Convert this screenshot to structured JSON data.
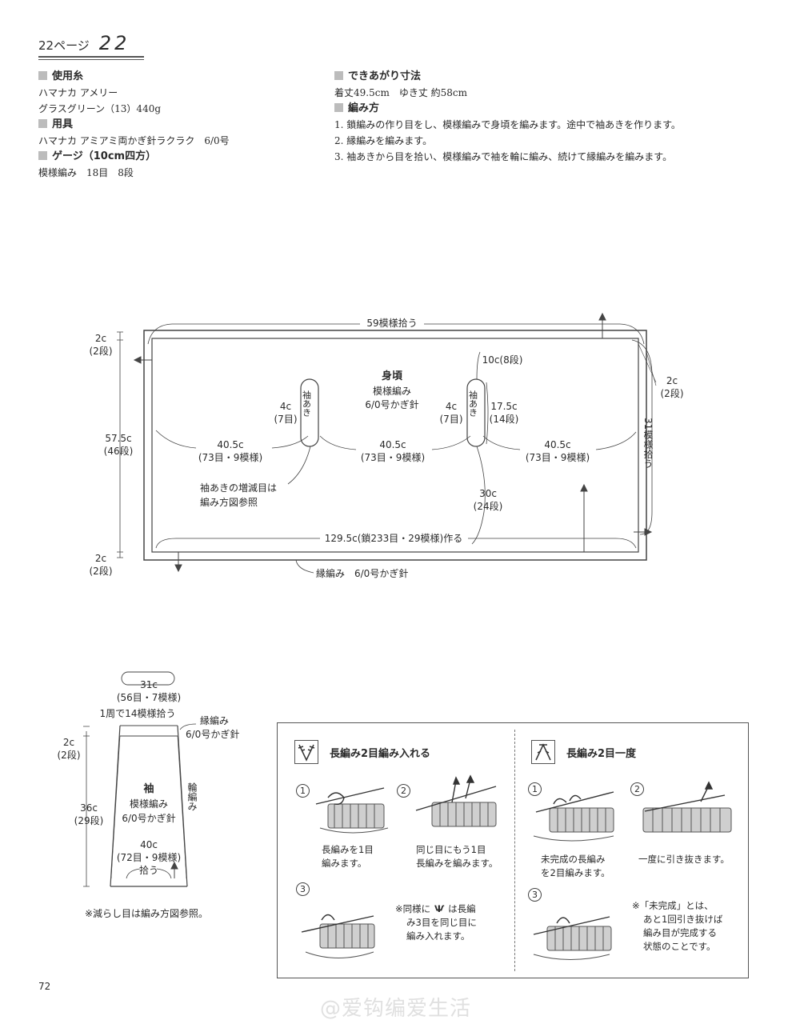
{
  "header": {
    "page_ref": "22ページ",
    "pattern_no": "22"
  },
  "left_info": {
    "yarn_title": "使用糸",
    "yarn_line1": "ハマナカ アメリー",
    "yarn_line2": "グラスグリーン（13）440g",
    "tools_title": "用具",
    "tools_line": "ハマナカ アミアミ両かぎ針ラクラク　6/0号",
    "gauge_title": "ゲージ（10cm四方）",
    "gauge_line": "模様編み　18目　8段"
  },
  "right_info": {
    "size_title": "できあがり寸法",
    "size_line": "着丈49.5cm　ゆき丈 約58cm",
    "method_title": "編み方",
    "steps": [
      "1. 鎖編みの作り目をし、模様編みで身頃を編みます。途中で袖あきを作ります。",
      "2. 縁編みを編みます。",
      "3. 袖あきから目を拾い、模様編みで袖を輪に編み、続けて縁編みを編みます。"
    ]
  },
  "body_diagram": {
    "top_pickup": "59模様拾う",
    "title": "身頃",
    "pattern": "模様編み",
    "hook": "6/0号かぎ針",
    "left_top_c": "2c",
    "left_top_dan": "(2段)",
    "height_c": "57.5c",
    "height_dan": "(46段)",
    "left_bottom_c": "2c",
    "left_bottom_dan": "(2段)",
    "right_c": "2c",
    "right_dan": "(2段)",
    "right_pickup": "31模様拾う",
    "armhole_label": "袖あき",
    "armhole_left_c": "4c",
    "armhole_left_dan": "(7目)",
    "armhole_right_c": "4c",
    "armhole_right_dan": "(7目)",
    "top_10c": "10c(8段)",
    "side_175c": "17.5c",
    "side_175dan": "(14段)",
    "seg1_c": "40.5c",
    "seg1_note": "(73目・9模様)",
    "seg2_c": "40.5c",
    "seg2_note": "(73目・9模様)",
    "seg3_c": "40.5c",
    "seg3_note": "(73目・9模様)",
    "note_line1": "袖あきの増減目は",
    "note_line2": "編み方図参照",
    "v30_c": "30c",
    "v30_dan": "(24段)",
    "bottom_chain": "129.5c(鎖233目・29模様)作る",
    "edging": "縁編み　6/0号かぎ針"
  },
  "sleeve_diagram": {
    "top_c": "31c",
    "top_note": "(56目・7模様)",
    "pickup": "1周で14模様拾う",
    "edge_title": "縁編み",
    "edge_hook": "6/0号かぎ針",
    "left_c": "2c",
    "left_dan": "(2段)",
    "height_c": "36c",
    "height_dan": "(29段)",
    "title": "袖",
    "pattern": "模様編み",
    "hook": "6/0号かぎ針",
    "ring": "輪編み",
    "bottom_c": "40c",
    "bottom_note": "(72目・9模様)",
    "bottom_pick": "拾う",
    "note": "※減らし目は編み方図参照。"
  },
  "technique_box": {
    "left_title": "長編み2目編み入れる",
    "left_step1_line1": "長編みを1目",
    "left_step1_line2": "編みます。",
    "left_step2_line1": "同じ目にもう1目",
    "left_step2_line2": "長編みを編みます。",
    "left_note_line1": "※同様に",
    "left_note_line1b": "は長編",
    "left_note_line2": "み3目を同じ目に",
    "left_note_line3": "編み入れます。",
    "right_title": "長編み2目一度",
    "right_step1_line1": "未完成の長編み",
    "right_step1_line2": "を2目編みます。",
    "right_step2_line1": "一度に引き抜きます。",
    "right_note_line1": "※「未完成」とは、",
    "right_note_line2": "あと1回引き抜けば",
    "right_note_line3": "編み目が完成する",
    "right_note_line4": "状態のことです。",
    "n1": "1",
    "n2": "2",
    "n3": "3"
  },
  "footer": {
    "page_number": "72",
    "watermark": "@爱钩编爱生活"
  }
}
